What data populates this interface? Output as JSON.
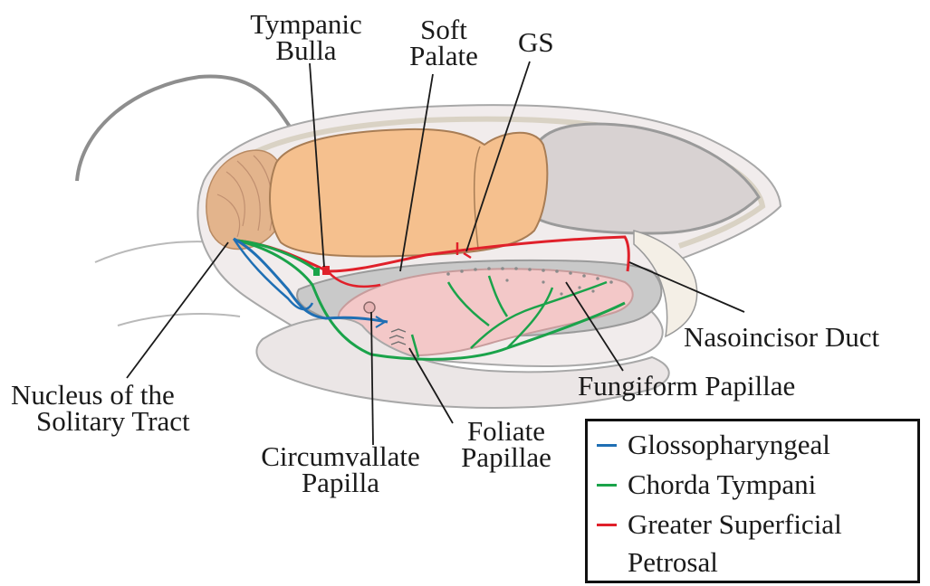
{
  "colors": {
    "glossopharyngeal": "#1f6fb4",
    "chorda_tympani": "#1aa34a",
    "greater_superficial_petrosal": "#e0202a"
  },
  "labels": {
    "tympanic_bulla": [
      "Tympanic",
      "Bulla"
    ],
    "soft_palate": [
      "Soft",
      "Palate"
    ],
    "gs": "GS",
    "nasoincisor_duct": "Nasoincisor Duct",
    "fungiform_papillae": "Fungiform Papillae",
    "nucleus_solitary_tract": [
      "Nucleus of the",
      "Solitary Tract"
    ],
    "circumvallate_papilla": [
      "Circumvallate",
      "Papilla"
    ],
    "foliate_papillae": [
      "Foliate",
      "Papillae"
    ]
  },
  "legend": {
    "items": [
      {
        "label": "Glossopharyngeal",
        "color": "#1f6fb4"
      },
      {
        "label": "Chorda Tympani",
        "color": "#1aa34a"
      },
      {
        "label": "Greater Superficial",
        "color": "#e0202a"
      }
    ],
    "continuation": "Petrosal"
  }
}
